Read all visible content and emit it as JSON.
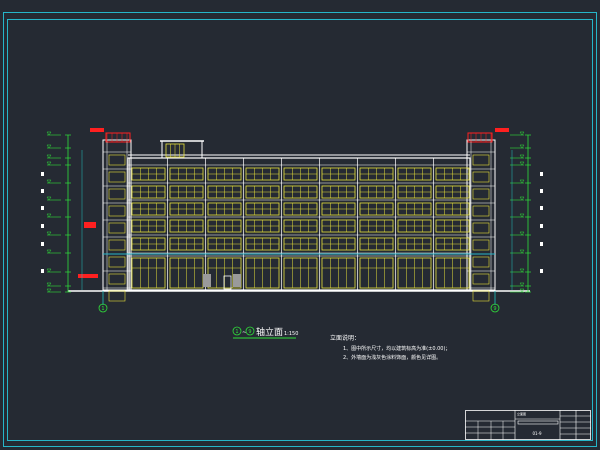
{
  "drawing": {
    "caption_circle_a": "1",
    "caption_circle_b": "9",
    "caption_title": "轴立面",
    "caption_scale": "1:150",
    "axis_left": "1",
    "axis_right": "9"
  },
  "notes": {
    "heading": "立面说明：",
    "line1": "1、图中所示尺寸，均以建筑标高为准(±0.00)；",
    "line2": "2、外墙面为浅灰色涂料饰面，颜色见详图。"
  },
  "title_block": {
    "drawing_no": "01-9",
    "box_label": "立面图"
  },
  "colors": {
    "background": "#252a33",
    "frame": "#26b5c9",
    "building": "#ffffff",
    "windows": "#e8e23a",
    "dimensions": "#2fe03a",
    "markers": "#ff2020",
    "axis_line": "#20c0c0"
  }
}
